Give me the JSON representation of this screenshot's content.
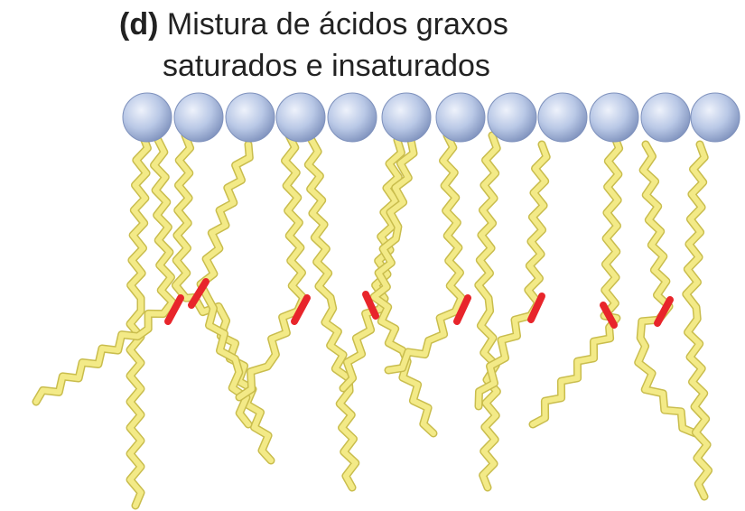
{
  "caption": {
    "label": "(d)",
    "line1": "Mistura de ácidos graxos",
    "line2": "saturados e insaturados"
  },
  "colors": {
    "head": "#b9c8e6",
    "head_shadow": "#7f92bd",
    "tail": "#f3ea87",
    "tail_edge": "#c9bd4d",
    "double_bond": "#e8252b",
    "background": "#ffffff"
  },
  "diagram": {
    "head_count": 12,
    "kink_count": 8,
    "structure": "lipid monolayer: polar heads in a row with hydrocarbon tails below; some tails kinked at red double bonds"
  }
}
